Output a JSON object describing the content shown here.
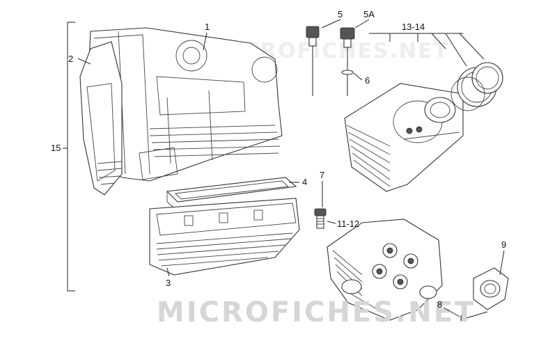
{
  "watermark": {
    "text_main": "MICROFICHES.NET",
    "text_faint": "MICROFICHES.NET"
  },
  "callouts": {
    "c1": "1",
    "c2": "2",
    "c3": "3",
    "c4": "4",
    "c5": "5",
    "c5a": "5A",
    "c6": "6",
    "c7": "7",
    "c8": "8",
    "c9": "9",
    "c1112": "11-12",
    "c1314": "13-14",
    "c15": "15"
  }
}
